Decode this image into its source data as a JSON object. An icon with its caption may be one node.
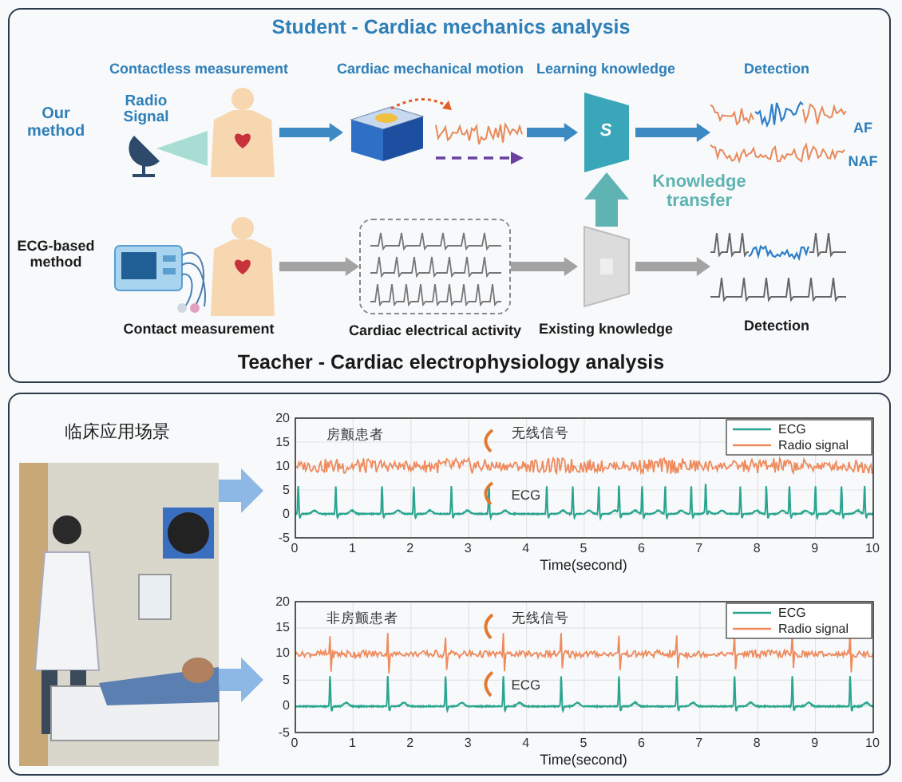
{
  "diagram": {
    "nodes": [
      {
        "text": [
          "Student - Cardiac mechanics analysis",
          "Teacher - Cardiac electrophysiology analysis"
        ]
      },
      {
        "text": [
          "Radio Signal"
        ],
        "beside": [
          "Contactless measurement"
        ],
        "in": 0
      },
      {
        "text": [],
        "shape": "picture",
        "beside": [
          "Cardiac mechanical motion"
        ],
        "in": 0
      },
      {
        "text": [
          "S"
        ],
        "beside": [
          "Learning knowledge"
        ],
        "in": 0
      },
      {
        "text": [],
        "shape": "picture",
        "beside": [
          "Detection",
          "AF",
          "NAF"
        ],
        "in": 0
      },
      {
        "text": [],
        "shape": "picture",
        "beside": [
          "Contact measurement"
        ],
        "in": 0
      },
      {
        "text": [],
        "shape": "box",
        "beside": [
          "Cardiac electrical activity"
        ],
        "in": 0
      },
      {
        "text": [],
        "shape": "box",
        "beside": [
          "Existing knowledge"
        ],
        "in": 0
      },
      {
        "text": [],
        "shape": "picture",
        "beside": [
          "Detection"
        ],
        "in": 0
      },
      {
        "text": [],
        "shape": "box"
      },
      {
        "text": [],
        "shape": "picture",
        "beside": [
          "临床应用场景"
        ],
        "in": 9
      },
      {
        "text": [
          "房颤患者",
          "无线信号",
          "ECG",
          "ECG",
          "Radio signal",
          "Time(second)"
        ],
        "in": 9,
        "beside": [
          "20",
          "15",
          "10",
          "5",
          "0",
          "-5",
          "0",
          "1",
          "2",
          "3",
          "4",
          "5",
          "6",
          "7",
          "8",
          "9",
          "10"
        ]
      },
      {
        "text": [
          "非房颤患者",
          "无线信号",
          "ECG",
          "ECG",
          "Radio signal",
          "Time(second)"
        ],
        "in": 9,
        "beside": [
          "20",
          "15",
          "10",
          "5",
          "0",
          "-5",
          "0",
          "1",
          "2",
          "3",
          "4",
          "5",
          "6",
          "7",
          "8",
          "9",
          "10"
        ]
      }
    ],
    "edges": [
      {
        "from": 1,
        "to": 2,
        "arrow": "to",
        "color": "#3b8ac4"
      },
      {
        "from": 2,
        "to": 3,
        "arrow": "to",
        "color": "#3b8ac4"
      },
      {
        "from": 3,
        "to": 4,
        "arrow": "to",
        "color": "#3b8ac4"
      },
      {
        "from": 5,
        "to": 6,
        "arrow": "to",
        "color": "#a3a3a3"
      },
      {
        "from": 6,
        "to": 7,
        "arrow": "to",
        "color": "#a3a3a3"
      },
      {
        "from": 7,
        "to": 8,
        "arrow": "to",
        "color": "#a3a3a3"
      },
      {
        "from": 7,
        "to": 3,
        "arrow": "to",
        "label": "Knowledge transfer",
        "style": "thick",
        "color": "#5fb3b3"
      },
      {
        "from": 10,
        "to": 11,
        "arrow": "to",
        "style": "thick",
        "color": "#8db8e6"
      },
      {
        "from": 10,
        "to": 12,
        "arrow": "to",
        "style": "thick",
        "color": "#8db8e6"
      }
    ],
    "labels": [
      "Our method",
      "ECG-based method"
    ]
  }
}
